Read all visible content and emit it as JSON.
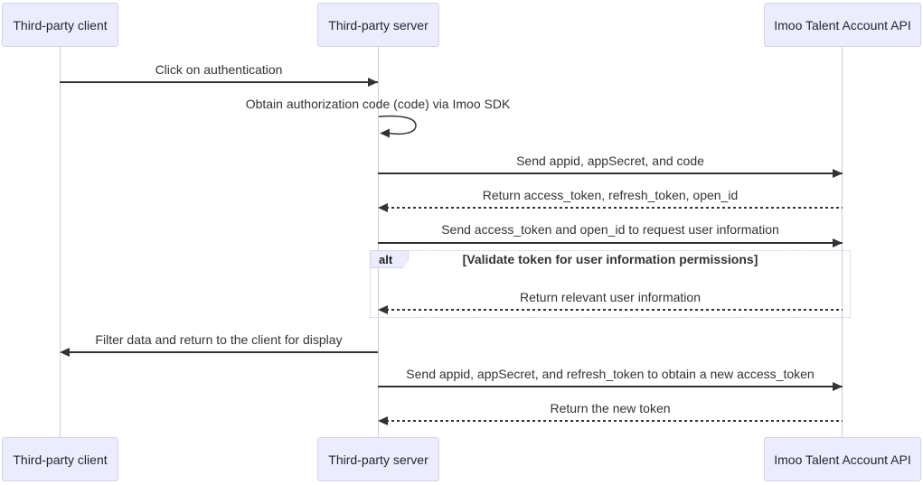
{
  "actors": [
    {
      "label": "Third-party client"
    },
    {
      "label": "Third-party server"
    },
    {
      "label": "Imoo Talent Account API"
    }
  ],
  "messages": [
    {
      "text": "Click on authentication",
      "from": "Third-party client",
      "to": "Third-party server",
      "style": "solid"
    },
    {
      "text": "Obtain authorization code (code) via Imoo SDK",
      "from": "Third-party server",
      "to": "Third-party server",
      "style": "self"
    },
    {
      "text": "Send appid, appSecret, and code",
      "from": "Third-party server",
      "to": "Imoo Talent Account API",
      "style": "solid"
    },
    {
      "text": "Return access_token, refresh_token, open_id",
      "from": "Imoo Talent Account API",
      "to": "Third-party server",
      "style": "dashed"
    },
    {
      "text": "Send access_token and open_id to request user information",
      "from": "Third-party server",
      "to": "Imoo Talent Account API",
      "style": "solid"
    },
    {
      "text": "Return relevant user information",
      "from": "Imoo Talent Account API",
      "to": "Third-party server",
      "style": "dashed"
    },
    {
      "text": "Filter data and return to the client for display",
      "from": "Third-party server",
      "to": "Third-party client",
      "style": "solid"
    },
    {
      "text": "Send appid, appSecret, and refresh_token to obtain a new access_token",
      "from": "Third-party server",
      "to": "Imoo Talent Account API",
      "style": "solid"
    },
    {
      "text": "Return the new token",
      "from": "Imoo Talent Account API",
      "to": "Third-party server",
      "style": "dashed"
    }
  ],
  "alt_frame": {
    "label": "alt",
    "condition": "[Validate token for user information permissions]"
  },
  "colors": {
    "actor_fill": "#ECECFF",
    "actor_border": "#d4d4e8",
    "lifeline": "#cdcde2",
    "arrow": "#333333",
    "text": "#333333",
    "frame_border": "#c2c2d6",
    "background": "#ffffff"
  }
}
